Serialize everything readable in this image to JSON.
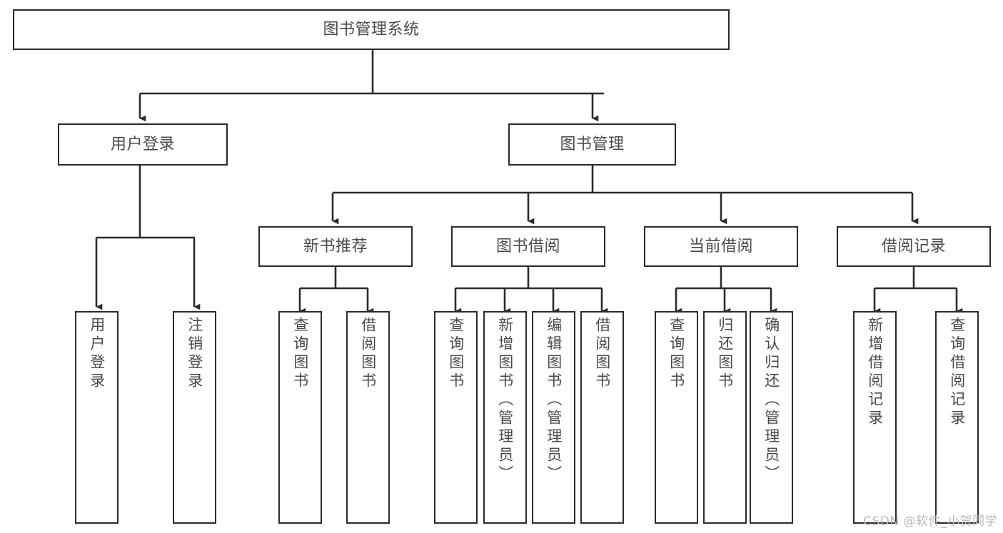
{
  "diagram": {
    "title": "图书管理系统",
    "type": "tree-hierarchy-diagram",
    "watermark": "CSDN @软件_小贺同学",
    "colors": {
      "background": "#ffffff",
      "node_border": "#2b2b2b",
      "node_fill": "#ffffff",
      "label_text": "#4a4a4a",
      "edge": "#2b2b2b",
      "watermark_text": "#b9b9b9"
    },
    "root": {
      "label": "图书管理系统"
    },
    "level2": [
      {
        "label": "用户登录"
      },
      {
        "label": "图书管理"
      }
    ],
    "level3": [
      {
        "label": "新书推荐"
      },
      {
        "label": "图书借阅"
      },
      {
        "label": "当前借阅"
      },
      {
        "label": "借阅记录"
      }
    ],
    "leaves": {
      "user_login": [
        {
          "label": "用户登录"
        },
        {
          "label": "注销登录"
        }
      ],
      "new_book_recommend": [
        {
          "label": "查询图书"
        },
        {
          "label": "借阅图书"
        }
      ],
      "book_borrow": [
        {
          "label": "查询图书"
        },
        {
          "label": "新增图书（管理员）"
        },
        {
          "label": "编辑图书（管理员）"
        },
        {
          "label": "借阅图书"
        }
      ],
      "current_borrow": [
        {
          "label": "查询图书"
        },
        {
          "label": "归还图书"
        },
        {
          "label": "确认归还（管理员）"
        }
      ],
      "borrow_record": [
        {
          "label": "新增借阅记录"
        },
        {
          "label": "查询借阅记录"
        }
      ]
    }
  }
}
